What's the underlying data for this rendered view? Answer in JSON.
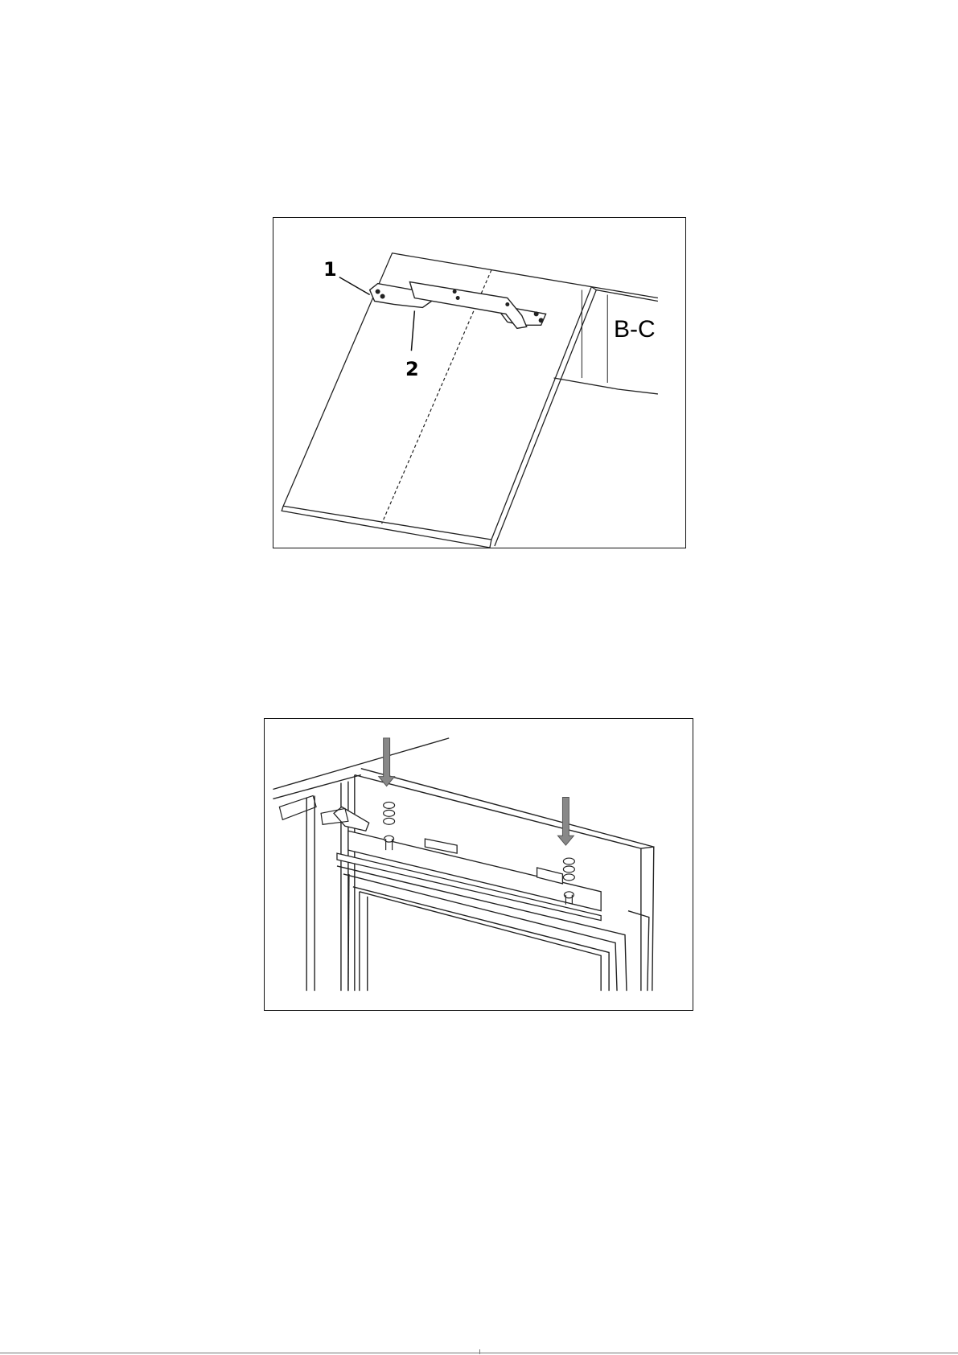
{
  "figures": [
    {
      "callouts": {
        "one": "1",
        "two": "2"
      },
      "dimension_label": "B-C"
    },
    {
      "callouts": {}
    }
  ]
}
